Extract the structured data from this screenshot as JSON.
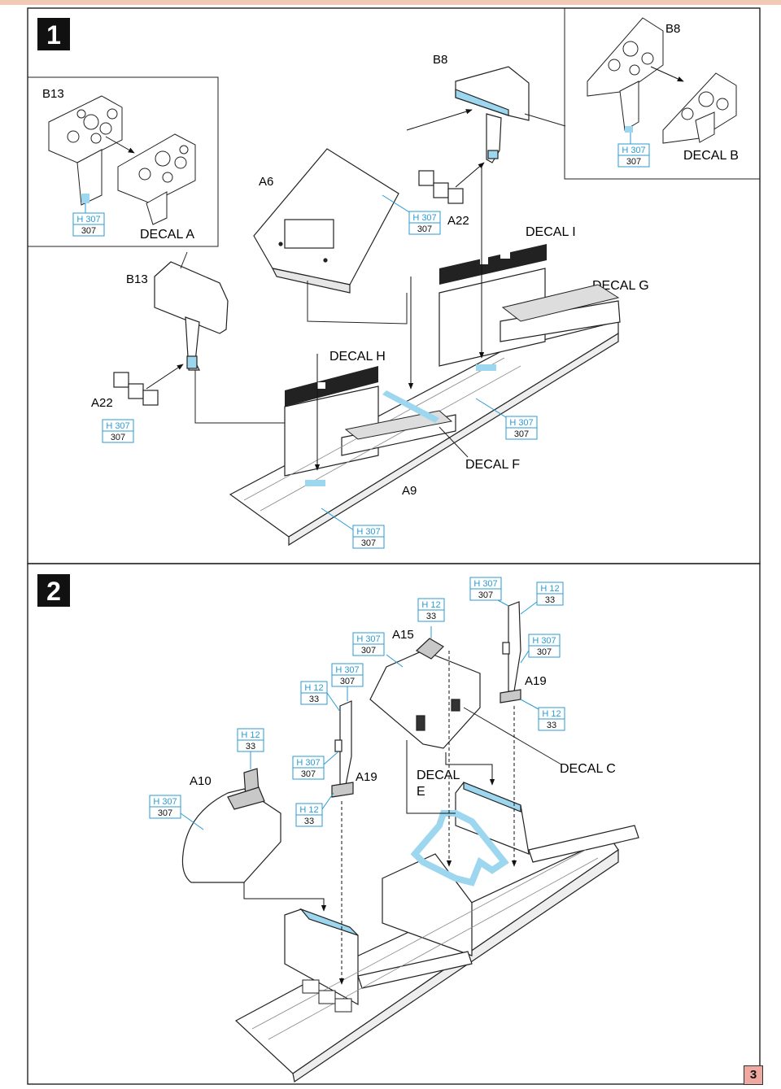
{
  "steps": [
    {
      "number": "1"
    },
    {
      "number": "2"
    }
  ],
  "step1": {
    "parts": {
      "b13_inset": "B13",
      "b8_inset": "B8",
      "b8_main": "B8",
      "a6": "A6",
      "a22_upper": "A22",
      "b13_main": "B13",
      "a22_lower": "A22",
      "a9": "A9"
    },
    "decals": {
      "a": "DECAL A",
      "b": "DECAL B",
      "i": "DECAL I",
      "g": "DECAL G",
      "h": "DECAL H",
      "f": "DECAL F"
    },
    "paint": {
      "h307": "H 307",
      "c307": "307"
    }
  },
  "step2": {
    "parts": {
      "a15": "A15",
      "a19_right": "A19",
      "a19_left": "A19",
      "a10": "A10"
    },
    "decals": {
      "e_line1": "DECAL",
      "e_line2": "E",
      "c": "DECAL C"
    },
    "paint": {
      "h307": "H 307",
      "c307": "307",
      "h12": "H 12",
      "c33": "33"
    }
  },
  "page_number": "3",
  "colors": {
    "highlight_blue": "#9dd6ef",
    "callout_blue": "#2b9bd3",
    "part_grey": "#c8c8c8",
    "page_badge": "#f0a9a0"
  }
}
